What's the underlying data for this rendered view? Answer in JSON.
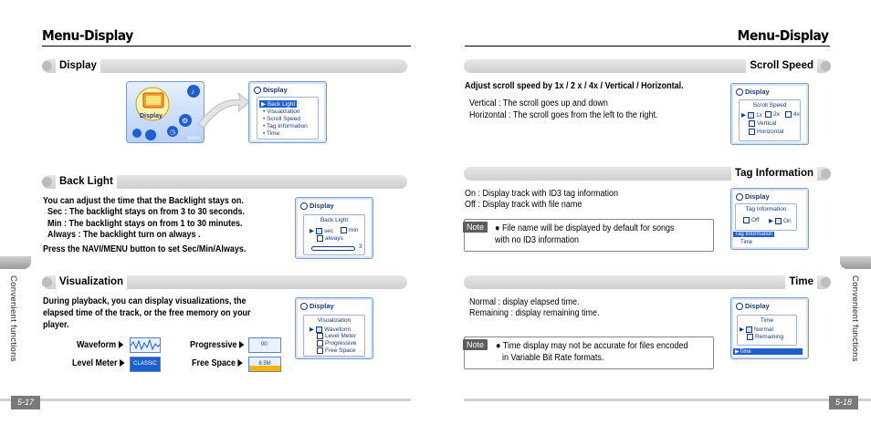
{
  "left": {
    "title": "Menu-Display",
    "page_number": "5-17",
    "side_label": "Convenient functions",
    "display": {
      "heading": "Display",
      "icon_label": "Display",
      "select_label": "Select",
      "menu_title": "Display",
      "menu_items": [
        "Back Light",
        "Visualization",
        "Scroll Speed",
        "Tag Information",
        "Time"
      ]
    },
    "backlight": {
      "heading": "Back Light",
      "lines": [
        "You can adjust the time that the Backlight stays on.",
        "Sec : The backlight stays on from 3 to 30 seconds.",
        "Min : The backlight stays on from 1 to 30 minutes.",
        "Always : The backlight turn on always .",
        "Press the NAVI/MENU button to set Sec/Min/Always."
      ],
      "screen_head": "Display",
      "screen_title": "Back Light",
      "opt_sec": "sec",
      "opt_min": "min",
      "opt_always": "always",
      "slider_value": "3"
    },
    "visualization": {
      "heading": "Visualization",
      "lines": [
        "During playback, you can display visualizations, the",
        "elapsed time of the track, or the free memory on your",
        "player."
      ],
      "waveform_label": "Waveform",
      "progressive_label": "Progressive",
      "level_meter_label": "Level Meter",
      "free_space_label": "Free Space",
      "level_thumb_text": "CLASSIC",
      "progressive_thumb_text": "00:",
      "free_thumb_text": "8.5M",
      "screen_head": "Display",
      "screen_title": "Visualization",
      "options": [
        "Waveform",
        "Level Meter",
        "Progressive",
        "Free Space"
      ]
    }
  },
  "right": {
    "title": "Menu-Display",
    "page_number": "5-18",
    "side_label": "Convenient functions",
    "scroll": {
      "heading": "Scroll Speed",
      "line1": "Adjust scroll speed by 1x / 2 x / 4x / Vertical / Horizontal.",
      "line2": "Vertical : The scroll goes up and down",
      "line3": "Horizontal : The scroll goes from the left to the right.",
      "screen_head": "Display",
      "screen_title": "Scroll Speed",
      "opt_1x": "1x",
      "opt_2x": "2x",
      "opt_4x": "4x",
      "opt_vertical": "Vertical",
      "opt_horizontal": "Horizontal"
    },
    "tag": {
      "heading": "Tag Information",
      "line1": "On : Display track with ID3 tag information",
      "line2": "Off : Display track with file name",
      "note_label": "Note",
      "note_line1": "File name will be displayed by default for songs",
      "note_line2": "with no ID3 information",
      "screen_head": "Display",
      "screen_title": "Tag Information",
      "opt_off": "Off",
      "opt_on": "On",
      "under_item": "Tag Information",
      "under_item2": "Time"
    },
    "time": {
      "heading": "Time",
      "line1": "Normal : display elapsed time.",
      "line2": "Remaining : display remaining time.",
      "note_label": "Note",
      "note_line1": "Time display may not be accurate for files encoded",
      "note_line2": "in Variable Bit Rate formats.",
      "screen_head": "Display",
      "screen_title": "Time",
      "opt_normal": "Normal",
      "opt_remaining": "Remaining",
      "under_item": "Time"
    }
  },
  "colors": {
    "accent_blue": "#1e5fd0",
    "screen_border": "#7a9ccf",
    "bar_gray": "#d6d6d6"
  }
}
